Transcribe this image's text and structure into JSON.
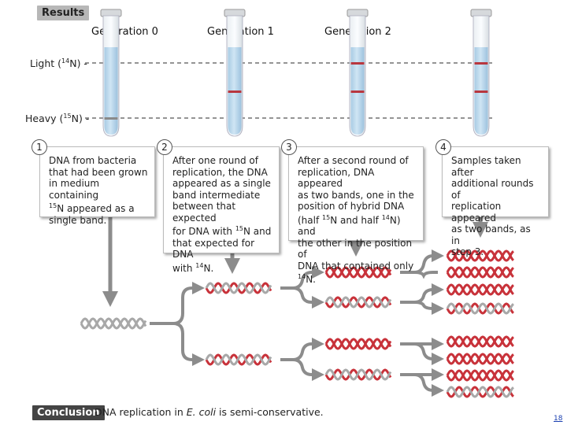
{
  "results_tag": "Results",
  "generations": [
    "Generation 0",
    "Generation 1",
    "Generation 2"
  ],
  "bands": {
    "light": {
      "text": "Light (",
      "sup": "14",
      "unit": "N) -"
    },
    "heavy": {
      "text": "Heavy (",
      "sup": "15",
      "unit": "N) -"
    }
  },
  "steps": [
    {
      "number": "1",
      "lines": [
        "DNA from bacteria",
        "that had been grown",
        "in medium containing",
        "{15}N appeared as a",
        "single band."
      ]
    },
    {
      "number": "2",
      "lines": [
        "After one round of",
        "replication, the DNA",
        "appeared as a single",
        "band intermediate",
        "between that expected",
        "for DNA with {15}N and",
        "that expected for DNA",
        "with {14}N."
      ]
    },
    {
      "number": "3",
      "lines": [
        "After a second round of",
        "replication, DNA appeared",
        "as two bands, one in the",
        "position of hybrid DNA",
        "(half {15}N and half {14}N) and",
        "the other in the position of",
        "DNA that contained only {14}N."
      ]
    },
    {
      "number": "4",
      "lines": [
        "Samples taken after",
        "additional rounds of",
        "replication appeared",
        "as two bands, as in",
        "step 3."
      ]
    }
  ],
  "conclusion": {
    "tag": "Conclusion",
    "text_before": "DNA replication in ",
    "text_italic": "E. coli",
    "text_after": " is semi-conservative."
  },
  "page_number": "18",
  "colors": {
    "tube_liquid": "#bcd9ee",
    "band_red": "#b8373f",
    "band_gray": "#8a8a8a",
    "arrow_gray": "#8c8c8c",
    "heavy_strand": "#a8a8a8",
    "light_strand": "#c8323a"
  }
}
